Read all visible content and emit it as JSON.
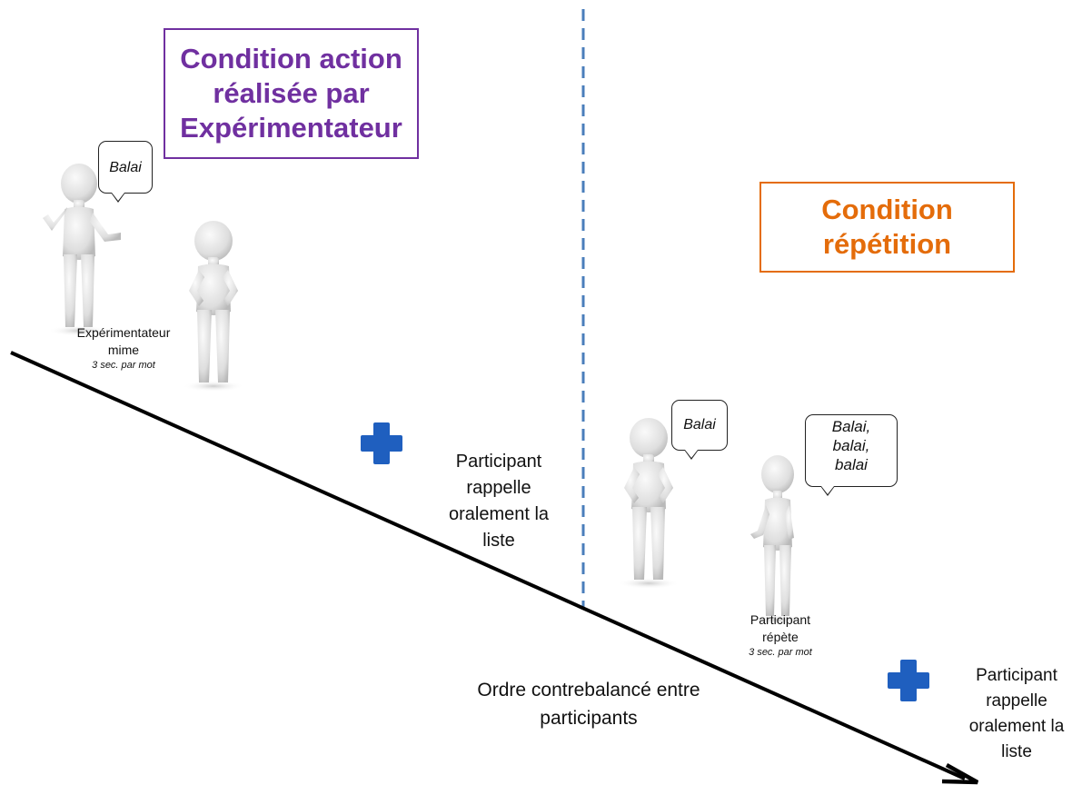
{
  "conditions": {
    "action": {
      "lines": [
        "Condition action",
        "réalisée par",
        "Expérimentateur"
      ],
      "color": "#7030a0"
    },
    "repetition": {
      "lines": [
        "Condition",
        "répétition"
      ],
      "color": "#e46c0a"
    }
  },
  "speech_bubbles": {
    "experimenter": [
      "Balai"
    ],
    "experimenter_2": [
      "Balai"
    ],
    "participant": [
      "Balai,",
      "balai,",
      "balai"
    ]
  },
  "labels": {
    "experimenter": {
      "lines": [
        "Expérimentateur",
        "mime"
      ],
      "rate": "3 sec. par mot"
    },
    "participant": {
      "lines": [
        "Participant",
        "répète"
      ],
      "rate": "3 sec. par mot"
    }
  },
  "recall": {
    "first": [
      "Participant",
      "rappelle",
      "oralement la",
      "liste"
    ],
    "second": [
      "Participant",
      "rappelle",
      "oralement la",
      "liste"
    ]
  },
  "counterbalance": [
    "Ordre contrebalancé entre",
    "participants"
  ],
  "colors": {
    "plus": "#1f5fbf",
    "divider": "#4a7ebb",
    "arrow": "#000000",
    "figure": "#e3e3e3"
  },
  "icons": {
    "plus": "plus-icon",
    "figure": "person-figure-icon"
  }
}
